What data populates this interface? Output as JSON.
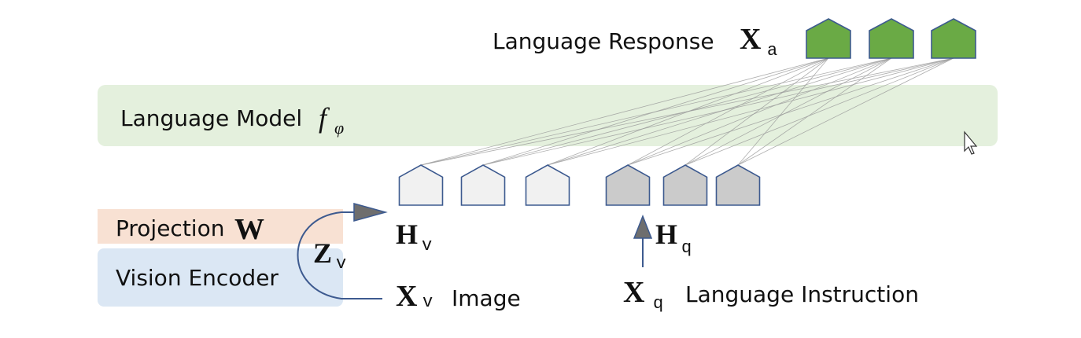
{
  "language_response": {
    "label": "Language Response",
    "symbol": "X",
    "subscript": "a",
    "token_count": 3,
    "token_color": "#6aaa45"
  },
  "language_model": {
    "label": "Language Model",
    "symbol": "f",
    "subscript": "φ",
    "color": "#e4f0dd"
  },
  "image_tokens": {
    "symbol": "H",
    "subscript": "v",
    "count": 3,
    "color": "#f1f1f1"
  },
  "instruction_tokens": {
    "symbol": "H",
    "subscript": "q",
    "count": 3,
    "color": "#cbcbcb"
  },
  "projection": {
    "label": "Projection",
    "symbol": "W",
    "color": "#f8e1d3"
  },
  "vision_encoder": {
    "label": "Vision Encoder",
    "color": "#dbe7f4"
  },
  "visual_features": {
    "symbol": "Z",
    "subscript": "v"
  },
  "image_input": {
    "symbol": "X",
    "subscript": "v",
    "label": "Image"
  },
  "instruction_input": {
    "symbol": "X",
    "subscript": "q",
    "label": "Language Instruction"
  },
  "colors": {
    "outline": "#3d5a8f",
    "arrow_head": "#6e6e6e",
    "connection": "#9a9a9a"
  }
}
